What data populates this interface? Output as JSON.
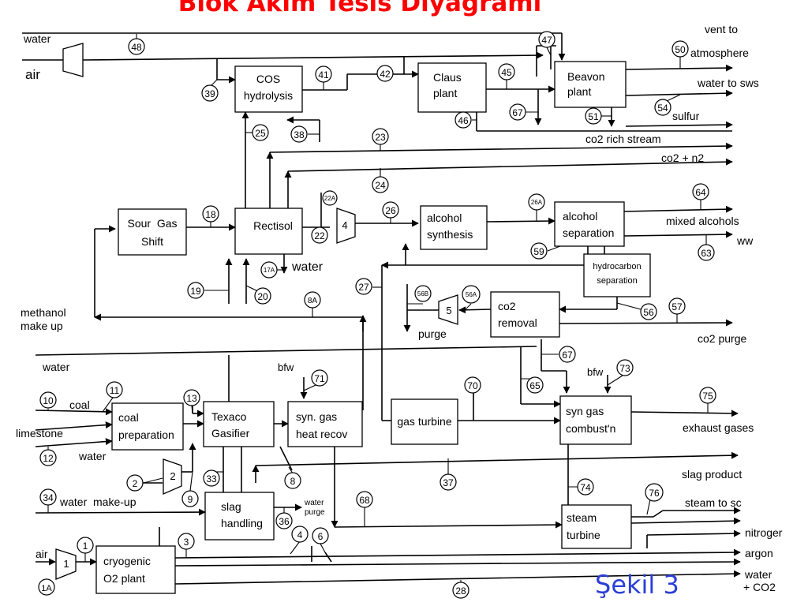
{
  "header": {
    "title": "Blok Akım Tesis Diyagramı"
  },
  "footer": {
    "caption": "Şekil 3"
  },
  "colors": {
    "title": "#ff0000",
    "caption": "#2b3fd6",
    "lines": "#000000"
  },
  "units": {
    "cos": [
      "COS",
      "hydrolysis"
    ],
    "claus": [
      "Claus",
      "plant"
    ],
    "beavon": [
      "Beavon",
      "plant"
    ],
    "sour": [
      "Sour  Gas",
      "Shift"
    ],
    "rectisol": [
      "Rectisol"
    ],
    "alc_syn": [
      "alcohol",
      "synthesis"
    ],
    "alc_sep": [
      "alcohol",
      "separation"
    ],
    "hc_sep": [
      "hydrocarbon",
      "separation"
    ],
    "co2_rem": [
      "co2",
      "removal"
    ],
    "coal_prep": [
      "coal",
      "preparation"
    ],
    "texaco": [
      "Texaco",
      "Gasifier"
    ],
    "syn_heat": [
      "syn. gas",
      "heat recov"
    ],
    "gas_turbine": [
      "gas turbine"
    ],
    "syn_comb": [
      "syn gas",
      "combust'n"
    ],
    "slag": [
      "slag",
      "handling"
    ],
    "steam_turbine": [
      "steam",
      "turbine"
    ],
    "cryo": [
      "cryogenic",
      "O2 plant"
    ]
  },
  "compressors": [
    "4",
    "5",
    "2",
    "1"
  ],
  "streams": [
    "48",
    "39",
    "41",
    "42",
    "45",
    "47",
    "50",
    "54",
    "67",
    "51",
    "46",
    "25",
    "38",
    "23",
    "24",
    "18",
    "22A",
    "22",
    "26",
    "26A",
    "64",
    "63",
    "59",
    "17A",
    "19",
    "20",
    "8A",
    "27",
    "56B",
    "56A",
    "56",
    "57",
    "67",
    "65",
    "73",
    "71",
    "70",
    "75",
    "10",
    "11",
    "13",
    "12",
    "2",
    "9",
    "33",
    "8",
    "37",
    "34",
    "36",
    "68",
    "74",
    "76",
    "1",
    "3",
    "4",
    "6",
    "1A",
    "28"
  ],
  "labels": {
    "water_top": "water",
    "air_top": "air",
    "vent_to": "vent to",
    "atmosphere": "atmosphere",
    "water_to_sws": "water to sws",
    "sulfur": "sulfur",
    "co2_rich": "co2 rich stream",
    "co2_n2": "co2 + n2",
    "mixed_alcohols": "mixed alcohols",
    "ww": "ww",
    "water_rect": "water",
    "methanol_1": "methanol",
    "methanol_2": "make up",
    "water_left": "water",
    "purge": "purge",
    "co2_purge": "co2 purge",
    "bfw_1": "bfw",
    "bfw_2": "bfw",
    "coal": "coal",
    "limestone": "limestone",
    "water_coal": "water",
    "exhaust": "exhaust gases",
    "slag_product": "slag product",
    "water_makeup": "water  make-up",
    "water_purge_1": "water",
    "water_purge_2": "purge",
    "steam_sc": "steam to sc",
    "nitrogen": "nitroger",
    "argon": "argon",
    "air_bottom": "air",
    "water_co2_1": "water",
    "water_co2_2": "+ CO2"
  }
}
